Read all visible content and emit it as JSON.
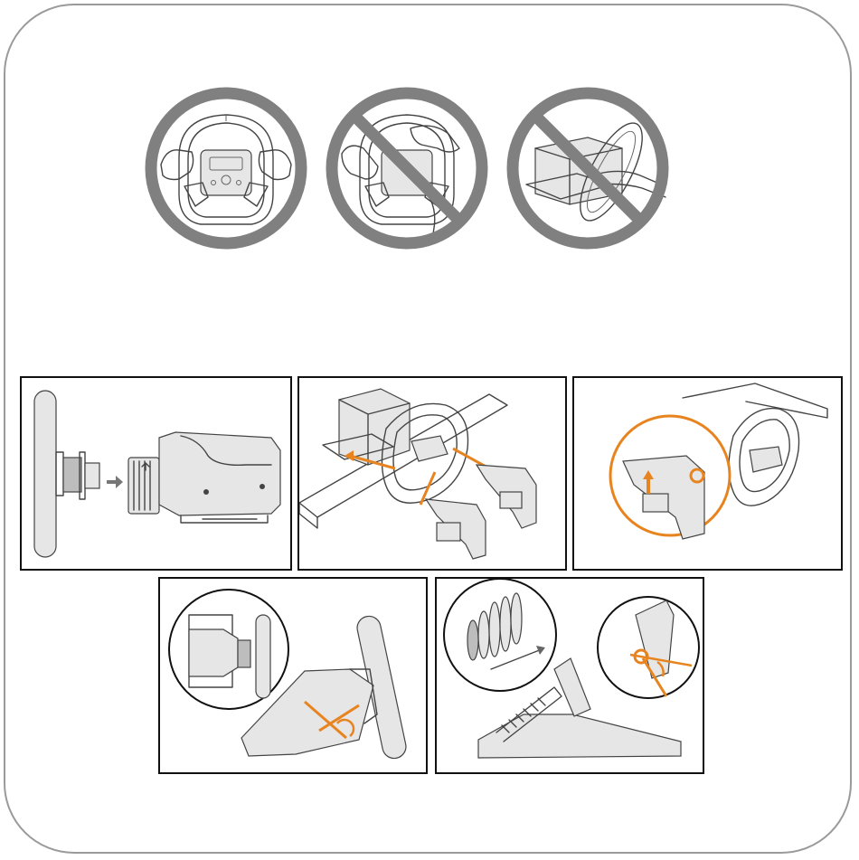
{
  "colors": {
    "accent": "#e8841f",
    "prohibition": "#808080",
    "outline": "#111111",
    "card_border": "#9a9a9a"
  },
  "icons": {
    "sign_1": "wheel-hands-correct-icon",
    "sign_2": "wheel-hand-through-prohibited-icon",
    "sign_3": "wheel-lift-by-rim-prohibited-icon"
  },
  "panels": {
    "p1": "wheel-attach-to-base-illustration",
    "p2": "paddle-module-install-illustration",
    "p3": "paddle-module-lock-illustration",
    "p4": "base-mount-screws-illustration",
    "p5": "pedal-spring-adjust-illustration"
  }
}
